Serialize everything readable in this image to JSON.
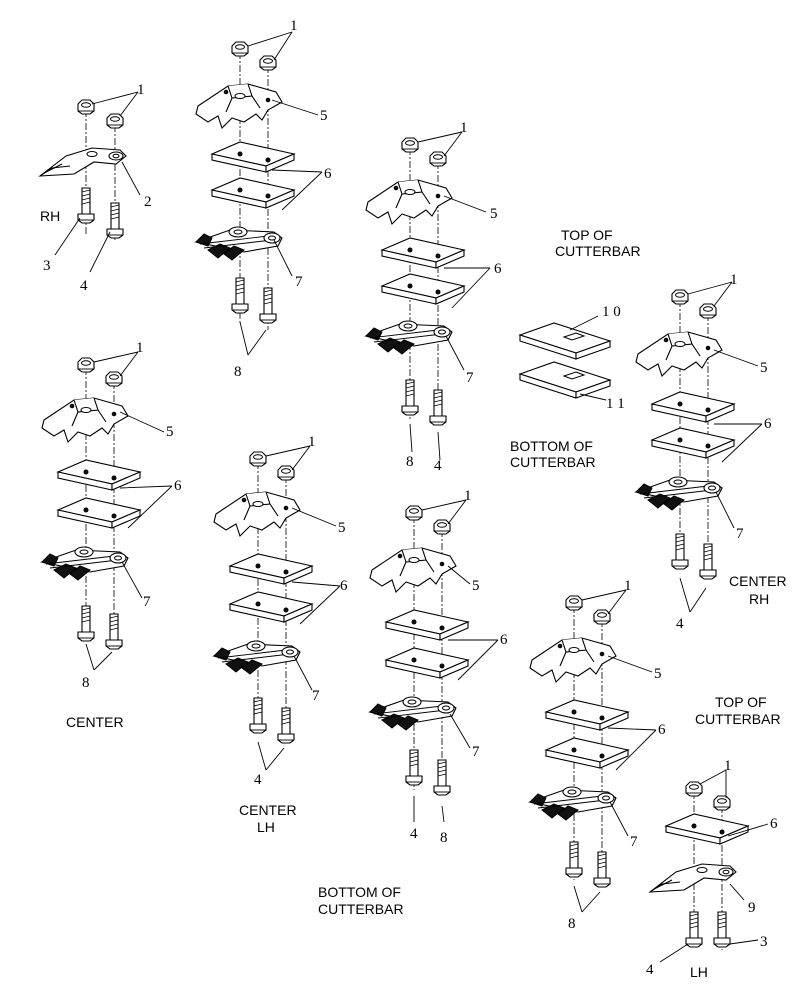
{
  "labels": {
    "rh": "RH",
    "center": "CENTER",
    "center_lh_1": "CENTER",
    "center_lh_2": "LH",
    "center_rh_1": "CENTER",
    "center_rh_2": "RH",
    "lh": "LH",
    "top_cutterbar_a_1": "TOP OF",
    "top_cutterbar_a_2": "CUTTERBAR",
    "bottom_cutterbar_a_1": "BOTTOM OF",
    "bottom_cutterbar_a_2": "CUTTERBAR",
    "top_cutterbar_b_1": "TOP OF",
    "top_cutterbar_b_2": "CUTTERBAR",
    "bottom_cutterbar_b_1": "BOTTOM OF",
    "bottom_cutterbar_b_2": "CUTTERBAR"
  },
  "callouts": {
    "n1": "1",
    "n2": "2",
    "n3": "3",
    "n4": "4",
    "n5": "5",
    "n6": "6",
    "n7": "7",
    "n8": "8",
    "n9": "9",
    "n10": "1 0",
    "n11": "1 1"
  }
}
